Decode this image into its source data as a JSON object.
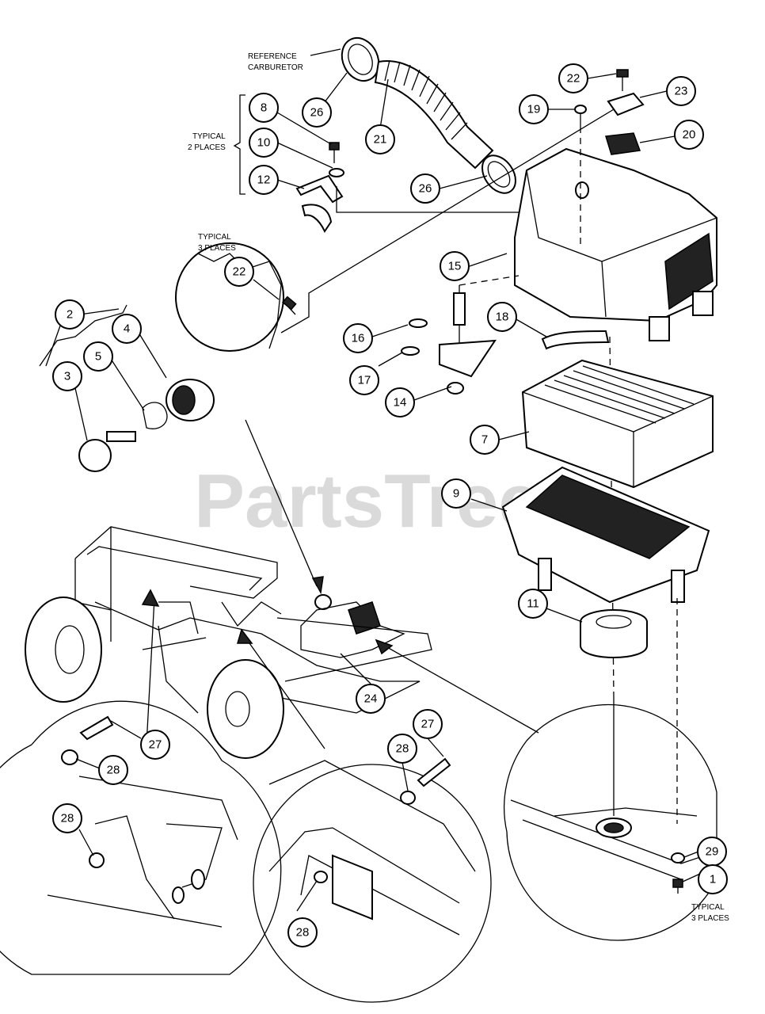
{
  "watermark": "PartsTree",
  "notes": {
    "reference_carburetor_line1": "REFERENCE",
    "reference_carburetor_line2": "CARBURETOR",
    "typical_2_line1": "TYPICAL",
    "typical_2_line2": "2 PLACES",
    "typical_3a_line1": "TYPICAL",
    "typical_3a_line2": "3 PLACES",
    "typical_3b_line1": "TYPICAL",
    "typical_3b_line2": "3 PLACES"
  },
  "callouts": [
    {
      "label": "26"
    },
    {
      "label": "21"
    },
    {
      "label": "26"
    },
    {
      "label": "8"
    },
    {
      "label": "10"
    },
    {
      "label": "12"
    },
    {
      "label": "22"
    },
    {
      "label": "19"
    },
    {
      "label": "23"
    },
    {
      "label": "20"
    },
    {
      "label": "15"
    },
    {
      "label": "18"
    },
    {
      "label": "16"
    },
    {
      "label": "17"
    },
    {
      "label": "14"
    },
    {
      "label": "22"
    },
    {
      "label": "2"
    },
    {
      "label": "4"
    },
    {
      "label": "5"
    },
    {
      "label": "3"
    },
    {
      "label": "7"
    },
    {
      "label": "9"
    },
    {
      "label": "11"
    },
    {
      "label": "24"
    },
    {
      "label": "27"
    },
    {
      "label": "28"
    },
    {
      "label": "28"
    },
    {
      "label": "28"
    },
    {
      "label": "27"
    },
    {
      "label": "28"
    },
    {
      "label": "29"
    },
    {
      "label": "1"
    }
  ]
}
